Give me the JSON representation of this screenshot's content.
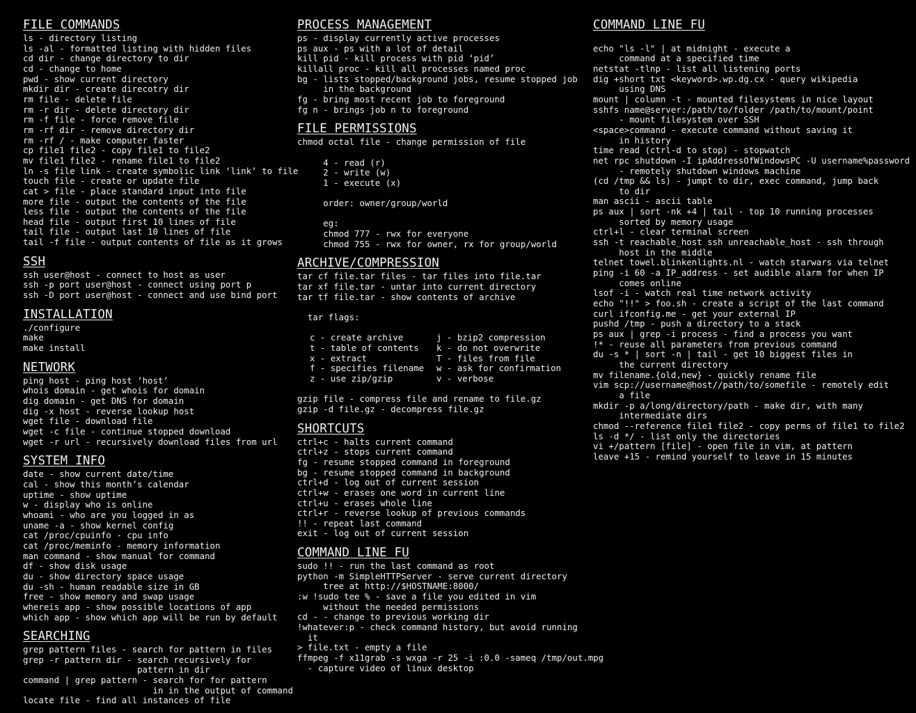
{
  "columns": [
    {
      "sections": [
        {
          "title": "FILE COMMANDS",
          "lines": [
            "ls - directory listing",
            "ls -al - formatted listing with hidden files",
            "cd dir - change directory to dir",
            "cd - change to home",
            "pwd - show current directory",
            "mkdir dir - create direcotry dir",
            "rm file - delete file",
            "rm -r dir - delete directory dir",
            "rm -f file - force remove file",
            "rm -rf dir - remove directory dir",
            "rm -rf / - make computer faster",
            "cp file1 file2 - copy file1 to file2",
            "mv file1 file2 - rename file1 to file2",
            "ln -s file link - create symbolic link ‘link’ to file",
            "touch file - create or update file",
            "cat > file - place standard input into file",
            "more file - output the contents of the file",
            "less file - output the contents of the file",
            "head file - output first 10 lines of file",
            "tail file - output last 10 lines of file",
            "tail -f file - output contents of file as it grows"
          ]
        },
        {
          "title": "SSH",
          "lines": [
            "ssh user@host - connect to host as user",
            "ssh -p port user@host - connect using port p",
            "ssh -D port user@host - connect and use bind port"
          ]
        },
        {
          "title": "INSTALLATION",
          "lines": [
            "./configure",
            "make",
            "make install"
          ]
        },
        {
          "title": "NETWORK",
          "lines": [
            "ping host - ping host ‘host’",
            "whois domain - get whois for domain",
            "dig domain - get DNS for domain",
            "dig -x host - reverse lookup host",
            "wget file - download file",
            "wget -c file - continue stopped download",
            "wget -r url - recursively download files from url"
          ]
        },
        {
          "title": "SYSTEM INFO",
          "lines": [
            "date - show current date/time",
            "cal - show this month’s calendar",
            "uptime - show uptime",
            "w - display who is online",
            "whoami - who are you logged in as",
            "uname -a - show kernel config",
            "cat /proc/cpuinfo - cpu info",
            "cat /proc/meminfo - memory information",
            "man command - show manual for command",
            "df - show disk usage",
            "du - show directory space usage",
            "du -sh - human readable size in GB",
            "free - show memory and swap usage",
            "whereis app - show possible locations of app",
            "which app - show which app will be run by default"
          ]
        },
        {
          "title": "SEARCHING",
          "lines": [
            "grep pattern files - search for pattern in files",
            "grep -r pattern dir - search recursively for",
            "                      pattern in dir",
            "command | grep pattern - search for for pattern",
            "                         in in the output of command",
            "locate file - find all instances of file"
          ]
        }
      ]
    },
    {
      "sections": [
        {
          "title": "PROCESS MANAGEMENT",
          "lines": [
            "ps - display currently active processes",
            "ps aux - ps with a lot of detail",
            "kill pid - kill process with pid ‘pid’",
            "killall proc - kill all processes named proc",
            "bg - lists stopped/background jobs, resume stopped job",
            "     in the background",
            "fg - bring most recent job to foreground",
            "fg n - brings job n to foreground"
          ]
        },
        {
          "title": "FILE PERMISSIONS",
          "lines": [
            "chmod octal file - change permission of file",
            "",
            "     4 - read (r)",
            "     2 - write (w)",
            "     1 - execute (x)",
            "",
            "     order: owner/group/world",
            "",
            "     eg:",
            "     chmod 777 - rwx for everyone",
            "     chmod 755 - rwx for owner, rx for group/world"
          ]
        },
        {
          "title": "ARCHIVE/COMPRESSION",
          "lines": [
            "tar cf file.tar files - tar files into file.tar",
            "tar xf file.tar - untar into current directory",
            "tar tf file.tar - show contents of archive",
            "",
            "  tar flags:",
            ""
          ],
          "flags": [
            [
              "c - create archive",
              "j - bzip2 compression"
            ],
            [
              "t - table of contents",
              "k - do not overwrite"
            ],
            [
              "x - extract",
              "T - files from file"
            ],
            [
              "f - specifies filename",
              "w - ask for confirmation"
            ],
            [
              "z - use zip/gzip",
              "v - verbose"
            ]
          ],
          "after": [
            "",
            "gzip file - compress file and rename to file.gz",
            "gzip -d file.gz - decompress file.gz"
          ]
        },
        {
          "title": "SHORTCUTS",
          "lines": [
            "ctrl+c - halts current command",
            "ctrl+z - stops current command",
            "fg - resume stopped command in foreground",
            "bg - resume stopped command in background",
            "ctrl+d - log out of current session",
            "ctrl+w - erases one word in current line",
            "ctrl+u - erases whole line",
            "ctrl+r - reverse lookup of previous commands",
            "!! - repeat last command",
            "exit - log out of current session"
          ]
        },
        {
          "title": "COMMAND LINE FU",
          "lines": [
            "sudo !! - run the last command as root",
            "python -m SimpleHTTPServer - serve current directory",
            "     tree at http://$HOSTNAME:8000/",
            ":w !sudo tee % - save a file you edited in vim",
            "     without the needed permissions",
            "cd - - change to previous working dir",
            "!whatever:p - check command history, but avoid running",
            "  it",
            "> file.txt - empty a file",
            "ffmpeg -f x11grab -s wxga -r 25 -i :0.0 -sameq /tmp/out.mpg",
            "  - capture video of linux desktop"
          ]
        }
      ]
    },
    {
      "sections": [
        {
          "title": "COMMAND LINE FU",
          "lines": [
            "",
            "echo \"ls -l\" | at midnight - execute a",
            "     command at a specified time",
            "netstat -tlnp - list all listening ports",
            "dig +short txt <keyword>.wp.dg.cx - query wikipedia",
            "     using DNS",
            "mount | column -t - mounted filesystems in nice layout",
            "sshfs name@server:/path/to/folder /path/to/mount/point",
            "     - mount filesystem over SSH",
            "<space>command - execute command without saving it",
            "     in history",
            "time read (ctrl-d to stop) - stopwatch",
            "net rpc shutdown -I ipAddressOfWindowsPC -U username%password",
            "     - remotely shutdown windows machine",
            "(cd /tmp && ls) - jumpt to dir, exec command, jump back",
            "     to dir",
            "man ascii - ascii table",
            "ps aux | sort -nk +4 | tail - top 10 running processes",
            "     sorted by memory usage",
            "ctrl+l - clear terminal screen",
            "ssh -t reachable_host ssh unreachable_host - ssh through",
            "     host in the middle",
            "telnet towel.blinkenlights.nl - watch starwars via telnet",
            "ping -i 60 -a IP_address - set audible alarm for when IP",
            "     comes online",
            "lsof -i - watch real time network activity",
            "echo \"!!\" > foo.sh - create a script of the last command",
            "curl ifconfig.me - get your external IP",
            "pushd /tmp - push a directory to a stack",
            "ps aux | grep -i process - find a process you want",
            "!* - reuse all parameters from previous command",
            "du -s * | sort -n | tail - get 10 biggest files in",
            "     the current directory",
            "mv filename.{old,new} - quickly rename file",
            "vim scp://username@host//path/to/somefile - remotely edit",
            "     a file",
            "mkdir -p a/long/directory/path - make dir, with many",
            "     intermediate dirs",
            "chmod --reference file1 file2 - copy perms of file1 to file2",
            "ls -d */ - list only the directories",
            "vi +/pattern [file] - open file in vim, at pattern",
            "leave +15 - remind yourself to leave in 15 minutes"
          ]
        }
      ]
    }
  ]
}
